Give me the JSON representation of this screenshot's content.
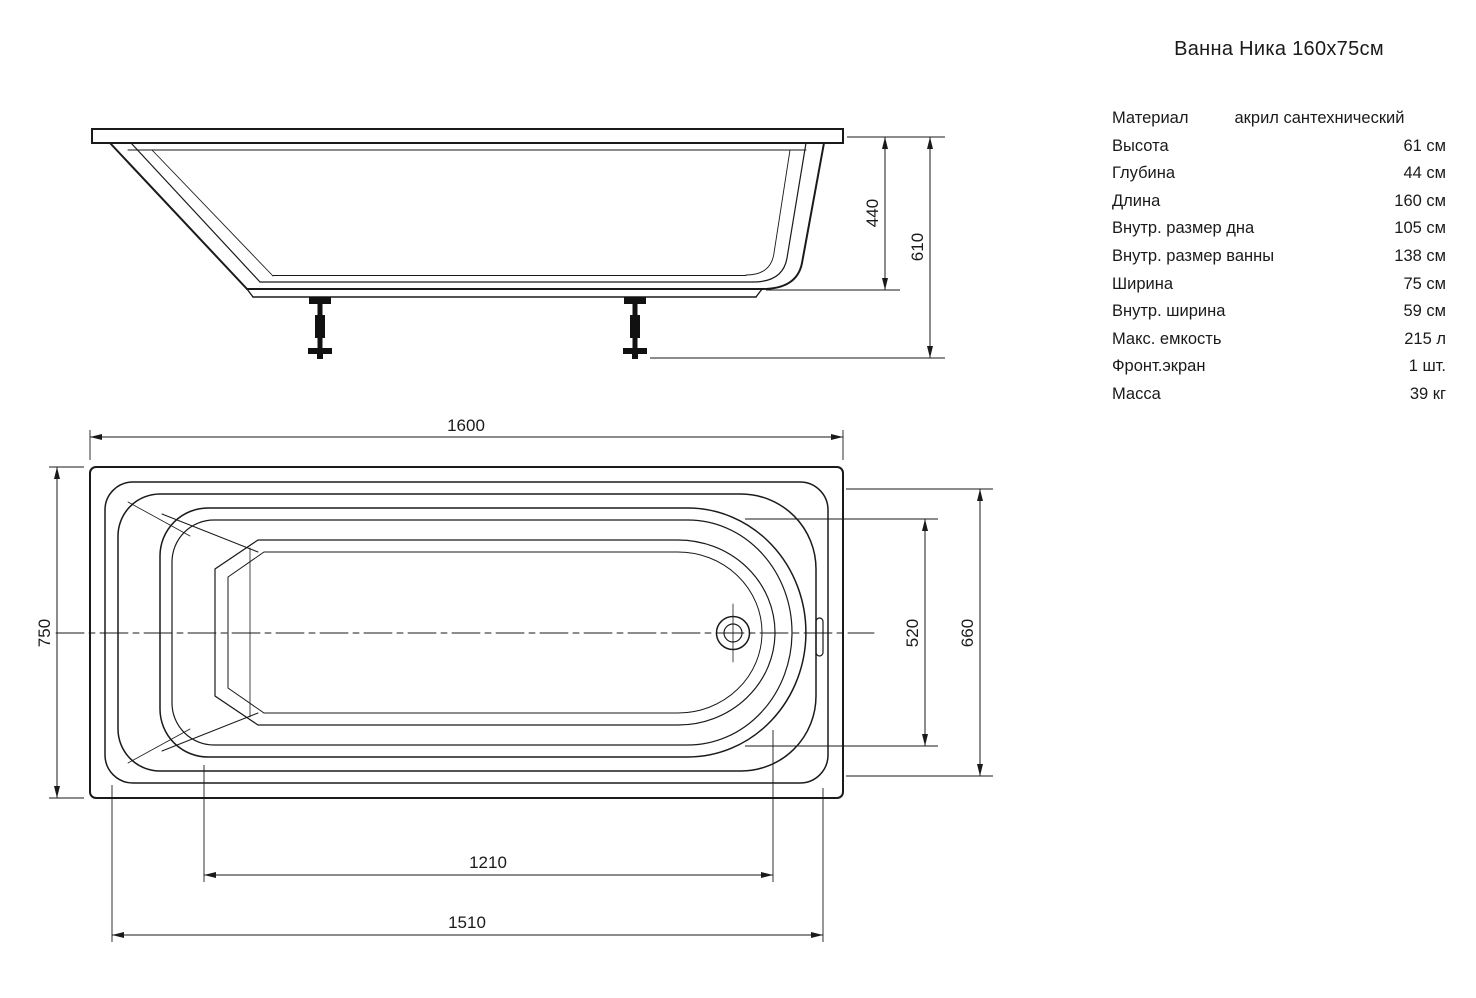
{
  "header": {
    "title": "Ванна Ника 160х75см"
  },
  "specs": {
    "rows": [
      {
        "label": "Материал",
        "value": "акрил сантехнический"
      },
      {
        "label": "Высота",
        "value": "61 см"
      },
      {
        "label": "Глубина",
        "value": "44 см"
      },
      {
        "label": "Длина",
        "value": "160 см"
      },
      {
        "label": "Внутр. размер дна",
        "value": "105 см"
      },
      {
        "label": "Внутр. размер ванны",
        "value": "138 см"
      },
      {
        "label": "Ширина",
        "value": "75 см"
      },
      {
        "label": "Внутр. ширина",
        "value": "59 см"
      },
      {
        "label": "Макс. емкость",
        "value": "215 л"
      },
      {
        "label": "Фронт.экран",
        "value": "1 шт."
      },
      {
        "label": "Масса",
        "value": "39 кг"
      }
    ]
  },
  "dimensions": {
    "side": {
      "depth": "440",
      "height": "610"
    },
    "top": {
      "length": "1600",
      "width": "750",
      "inner_width": "520",
      "rim_width": "660",
      "bottom_length": "1210",
      "front_length": "1510"
    }
  },
  "drawing": {
    "line_color": "#1a1a1a",
    "background": "#ffffff"
  }
}
